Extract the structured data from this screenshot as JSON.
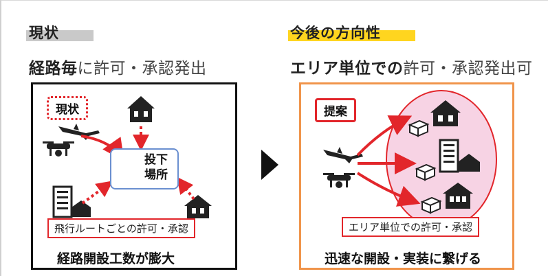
{
  "left": {
    "tag": "現状",
    "subtitle_bold": "経路毎",
    "subtitle_rest": "に許可・承認発出",
    "badge": "現状",
    "drop_point_line1": "投下",
    "drop_point_line2": "場所",
    "route_label": "飛行ルートごとの許可・承認",
    "caption": "経路開設工数が膨大"
  },
  "right": {
    "tag": "今後の方向性",
    "subtitle_bold": "エリア単位での",
    "subtitle_rest": "許可・承認発出可",
    "badge": "提案",
    "area_label": "エリア単位での許可・承認",
    "caption": "迅速な開設・実装に繋げる"
  },
  "colors": {
    "accent_red": "#e2262b",
    "orange_frame": "#f0944a",
    "area_pink": "#f7d3e4",
    "highlight_yellow": "#ffd51f",
    "highlight_gray": "#c9c9c9"
  }
}
